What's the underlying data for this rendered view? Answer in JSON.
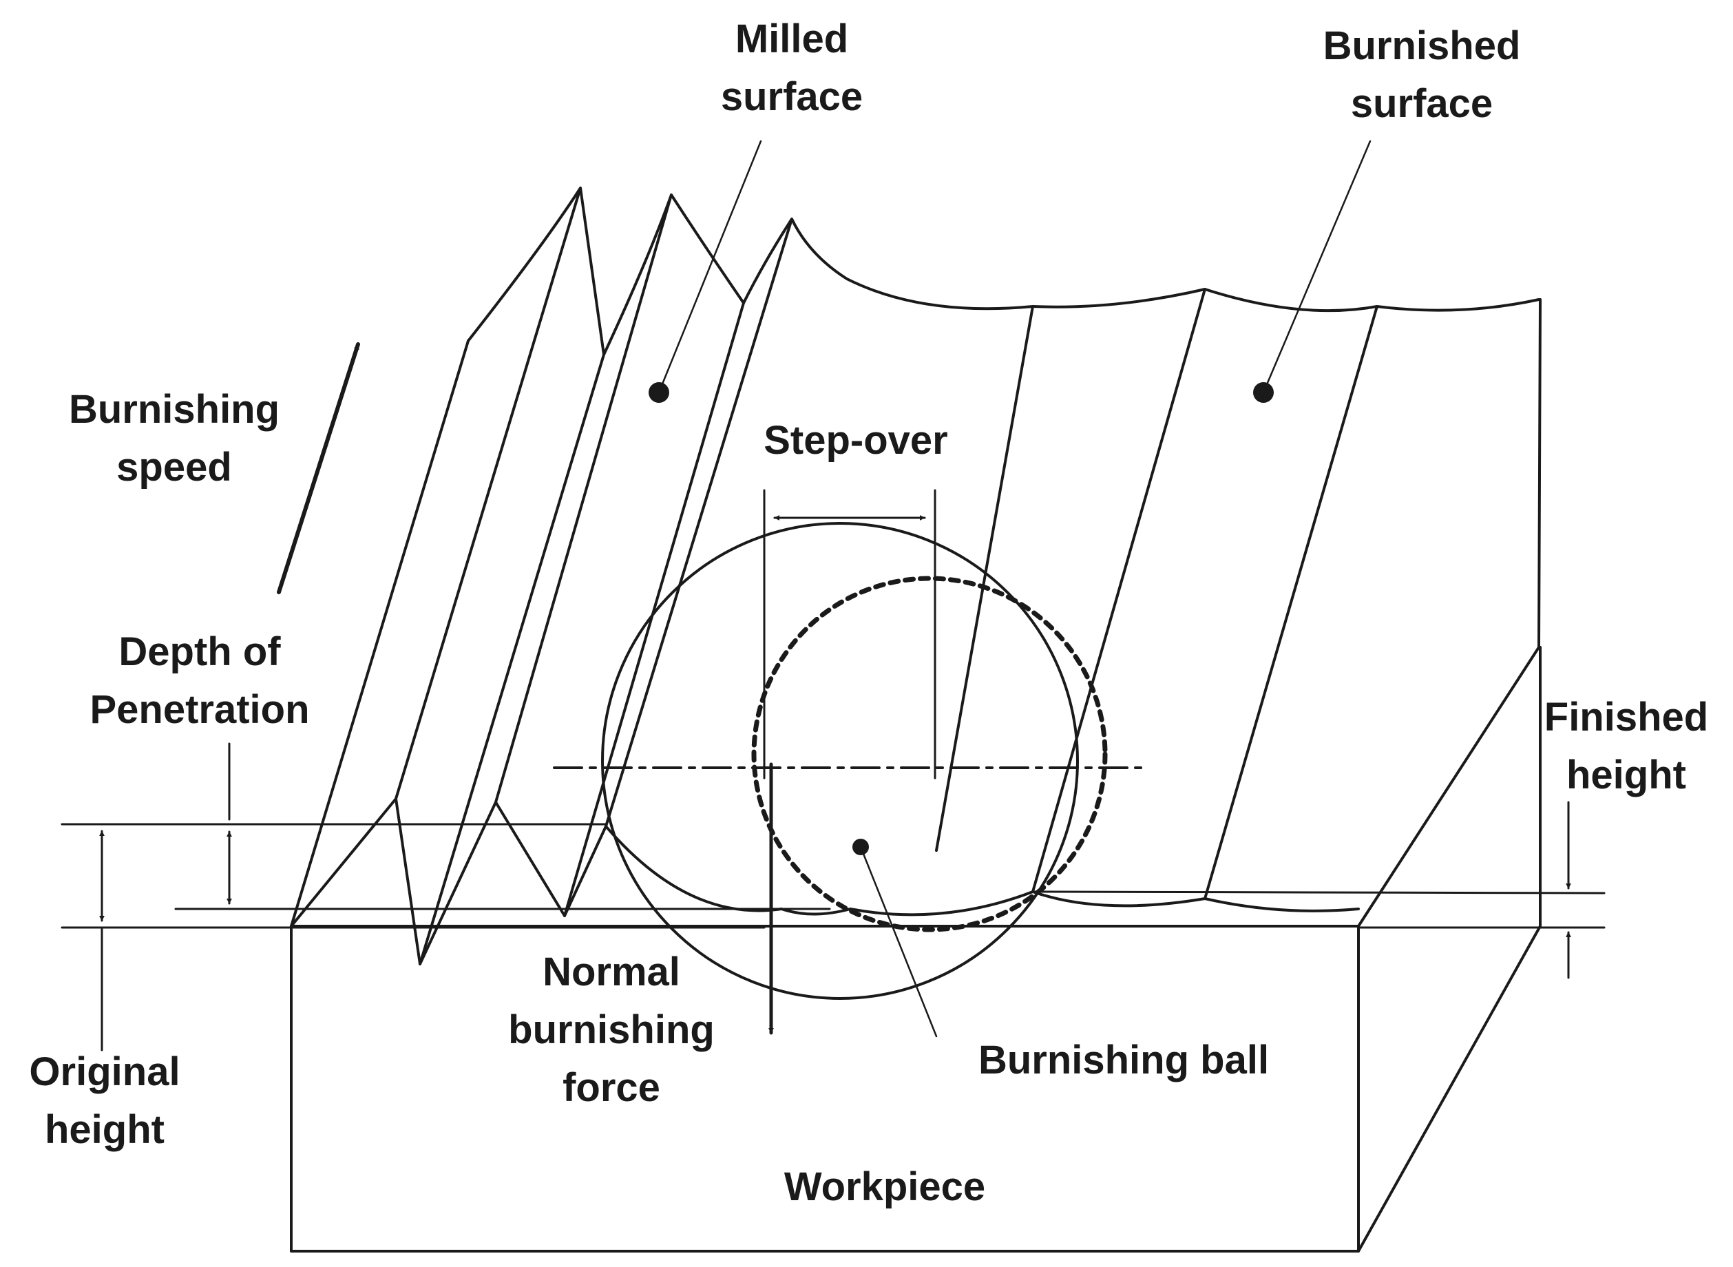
{
  "labels": {
    "milled_surface": [
      "Milled",
      "surface"
    ],
    "burnished_surface": [
      "Burnished",
      "surface"
    ],
    "burnishing_speed": [
      "Burnishing",
      "speed"
    ],
    "step_over": "Step-over",
    "depth_of_penetration": [
      "Depth of",
      "Penetration"
    ],
    "finished_height": [
      "Finished",
      "height"
    ],
    "normal_force": [
      "Normal",
      "burnishing",
      "force"
    ],
    "burnishing_ball": "Burnishing ball",
    "original_height": [
      "Original",
      "height"
    ],
    "workpiece": "Workpiece"
  },
  "colors": {
    "ink": "#1a1a1a",
    "background": "#ffffff"
  }
}
